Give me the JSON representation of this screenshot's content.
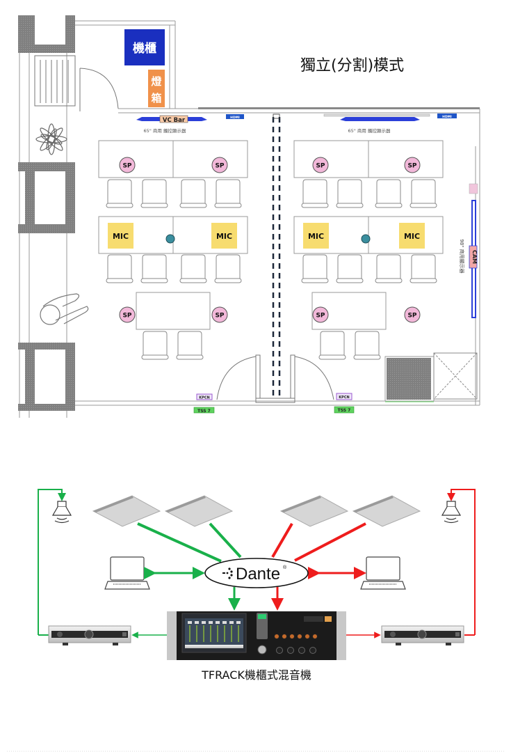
{
  "floorplan": {
    "mode_title": "獨立(分割)模式",
    "rack_label": "機櫃",
    "lightbox_label": "燈箱",
    "vcbar_label": "VC Bar",
    "hdmi_label": "HDMI",
    "display_65_label": "65\" 商用 觸控顯示器",
    "display_98_label": "98\" 商用顯示器",
    "cam_label": "CAM",
    "speaker_label": "SP",
    "mic_label": "MIC",
    "kpcn_label": "KPCN",
    "tss_label": "TSS 7",
    "colors": {
      "rack_blue": "#1a2fbf",
      "lightbox_orange": "#f0914a",
      "speaker_pink": "#f2b8d9",
      "mic_yellow": "#f7dc6f",
      "tss_green": "#5fd35f",
      "kpcn_purple": "#9b59d0"
    }
  },
  "diagram": {
    "hub_label": "Dante",
    "hub_registered": "®",
    "mixer_caption": "TFRACK機櫃式混音機",
    "left_group_color": "#19b04a",
    "right_group_color": "#ee1c1c"
  }
}
